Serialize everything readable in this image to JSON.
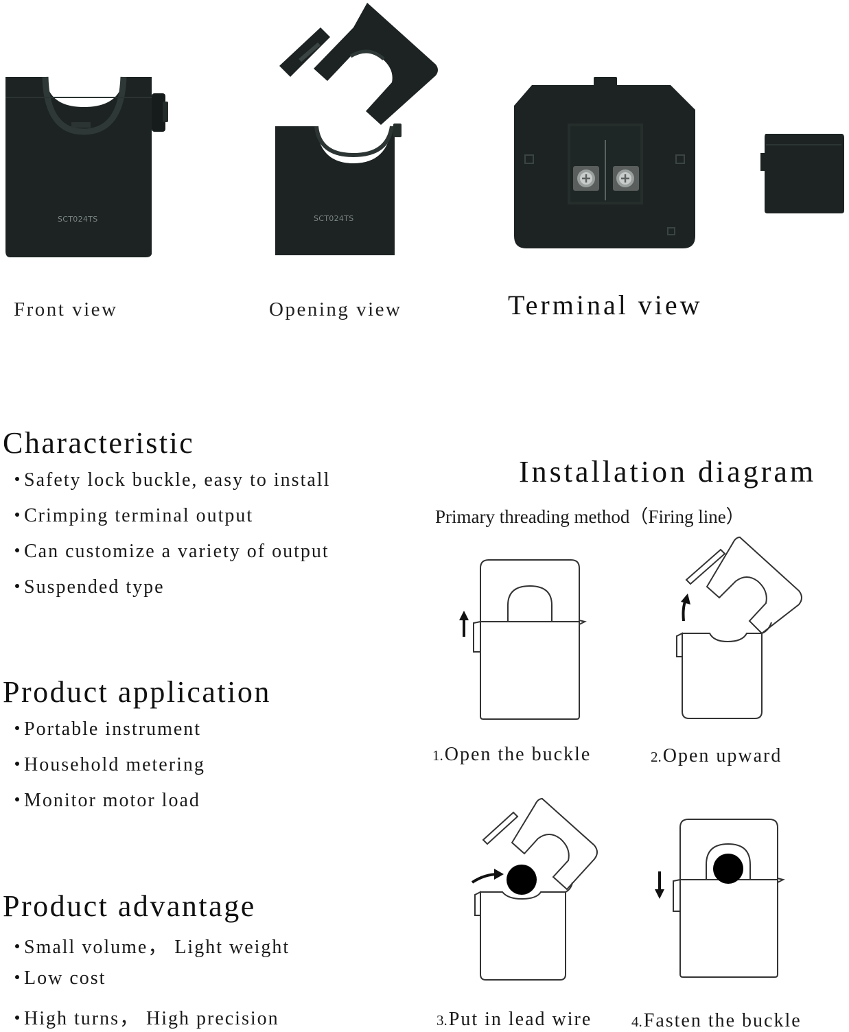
{
  "photos": {
    "front_caption": "Front view",
    "opening_caption": "Opening view",
    "terminal_caption": "Terminal view",
    "front_model_print": "SCT024TS",
    "opening_model_print": "SCT024TS"
  },
  "characteristic": {
    "heading": "Characteristic",
    "items": [
      "Safety lock buckle, easy to install",
      "Crimping terminal output",
      "Can customize a variety of output",
      "Suspended type"
    ]
  },
  "application": {
    "heading": "Product application",
    "items": [
      "Portable instrument",
      "Household metering",
      "Monitor motor load"
    ]
  },
  "advantage": {
    "heading": "Product advantage",
    "items": [
      "Small volume， Light weight",
      "Low cost",
      "High turns， High precision"
    ]
  },
  "installation": {
    "heading": "Installation diagram",
    "subheading": "Primary threading method（Firing line）",
    "steps": [
      {
        "num": "1.",
        "label": "Open the buckle"
      },
      {
        "num": "2.",
        "label": "Open upward"
      },
      {
        "num": "3.",
        "label": "Put in lead wire"
      },
      {
        "num": "4.",
        "label": "Fasten the buckle"
      }
    ]
  },
  "colors": {
    "device_body": "#1c2322",
    "device_edge": "#2c3533",
    "line_art": "#333333"
  }
}
